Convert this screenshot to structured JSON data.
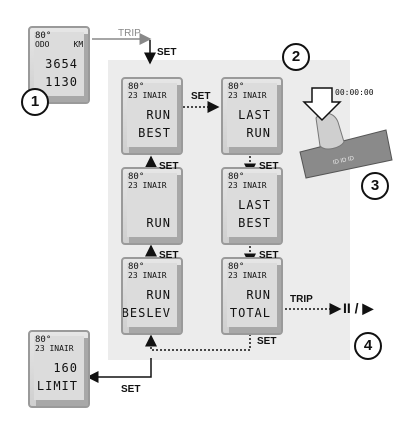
{
  "callouts": {
    "one": "1",
    "two": "2",
    "three": "3",
    "four": "4"
  },
  "labels": {
    "trip_top": "TRIP",
    "set_top": "SET",
    "set_mid_top": "SET",
    "set_left_upper": "SET",
    "set_left_lower": "SET",
    "set_right_upper": "SET",
    "set_right_lower": "SET",
    "set_bottom": "SET",
    "set_limit": "SET",
    "trip_right": "TRIP",
    "timer": "00:00:00",
    "button_text": "ID ID ID",
    "pause_play": "II / ▶"
  },
  "screens": {
    "trip": {
      "l1": "80°",
      "l2": "ODO     KM",
      "big1": "3654",
      "big2": "1130"
    },
    "run_best": {
      "l1": "80°",
      "l2": "23 INAIR",
      "big1": "RUN",
      "big2": "BEST"
    },
    "last_run": {
      "l1": "80°",
      "l2": "23 INAIR",
      "big1": "LAST",
      "big2": "RUN"
    },
    "run": {
      "l1": "80°",
      "l2": "23 INAIR",
      "big1": "",
      "big2": "RUN"
    },
    "last_best": {
      "l1": "80°",
      "l2": "23 INAIR",
      "big1": "LAST",
      "big2": "BEST"
    },
    "run_beslev": {
      "l1": "80°",
      "l2": "23 INAIR",
      "big1": "RUN",
      "big2": "BESLEV"
    },
    "run_total": {
      "l1": "80°",
      "l2": "23 INAIR",
      "big1": "RUN",
      "big2": "TOTAL"
    },
    "limit": {
      "l1": "80°",
      "l2": "23 INAIR",
      "big1": "160",
      "big2": "LIMIT"
    }
  }
}
